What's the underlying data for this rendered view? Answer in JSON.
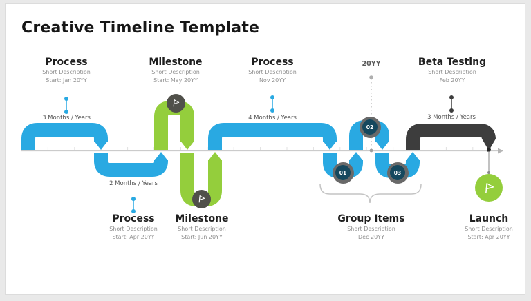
{
  "title": "Creative Timeline Template",
  "colors": {
    "blue": "#29a9e2",
    "green": "#94ce3c",
    "dark": "#3d3d3d",
    "badge_outer": "#696969",
    "badge_inner": "#15485e",
    "flag_circle": "#50504a",
    "launch_green": "#94ce3c",
    "baseline": "#cbcbcb"
  },
  "top_events": [
    {
      "title": "Process",
      "description": "Short Description",
      "date": "Start: Jan 20YY",
      "duration": "3 Months / Years"
    },
    {
      "title": "Milestone",
      "description": "Short Description",
      "date": "Start: May 20YY"
    },
    {
      "title": "Process",
      "description": "Short Description",
      "date": "Nov 20YY",
      "duration": "4 Months / Years"
    },
    {
      "title": "20YY"
    },
    {
      "title": "Beta Testing",
      "description": "Short Description",
      "date": "Feb 20YY",
      "duration": "3 Months / Years"
    }
  ],
  "bottom_events": [
    {
      "title": "Process",
      "description": "Short Description",
      "date": "Start: Apr 20YY",
      "duration": "2 Months / Years"
    },
    {
      "title": "Milestone",
      "description": "Short Description",
      "date": "Start: Jun 20YY"
    },
    {
      "title": "Group Items",
      "description": "Short Description",
      "date": "Dec 20YY"
    },
    {
      "title": "Launch",
      "description": "Short Description",
      "date": "Start: Apr 20YY"
    }
  ],
  "group_badges": [
    {
      "number": "01"
    },
    {
      "number": "02"
    },
    {
      "number": "03"
    }
  ]
}
